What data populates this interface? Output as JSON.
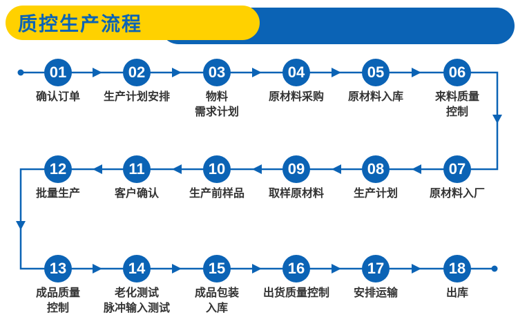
{
  "header": {
    "title": "质控生产流程"
  },
  "colors": {
    "accent_blue": "#0b63b5",
    "accent_yellow": "#ffd100",
    "label_text": "#333333",
    "number_text": "#ffffff"
  },
  "steps": [
    {
      "number": "01",
      "label": "确认订单"
    },
    {
      "number": "02",
      "label": "生产计划安排"
    },
    {
      "number": "03",
      "label": "物料\n需求计划"
    },
    {
      "number": "04",
      "label": "原材料采购"
    },
    {
      "number": "05",
      "label": "原材料入库"
    },
    {
      "number": "06",
      "label": "来料质量\n控制"
    },
    {
      "number": "07",
      "label": "原材料入厂"
    },
    {
      "number": "08",
      "label": "生产计划"
    },
    {
      "number": "09",
      "label": "取样原材料"
    },
    {
      "number": "10",
      "label": "生产前样品"
    },
    {
      "number": "11",
      "label": "客户确认"
    },
    {
      "number": "12",
      "label": "批量生产"
    },
    {
      "number": "13",
      "label": "成品质量\n控制"
    },
    {
      "number": "14",
      "label": "老化测试\n脉冲输入测试"
    },
    {
      "number": "15",
      "label": "成品包装\n入库"
    },
    {
      "number": "16",
      "label": "出货质量控制"
    },
    {
      "number": "17",
      "label": "安排运输"
    },
    {
      "number": "18",
      "label": "出库"
    }
  ]
}
